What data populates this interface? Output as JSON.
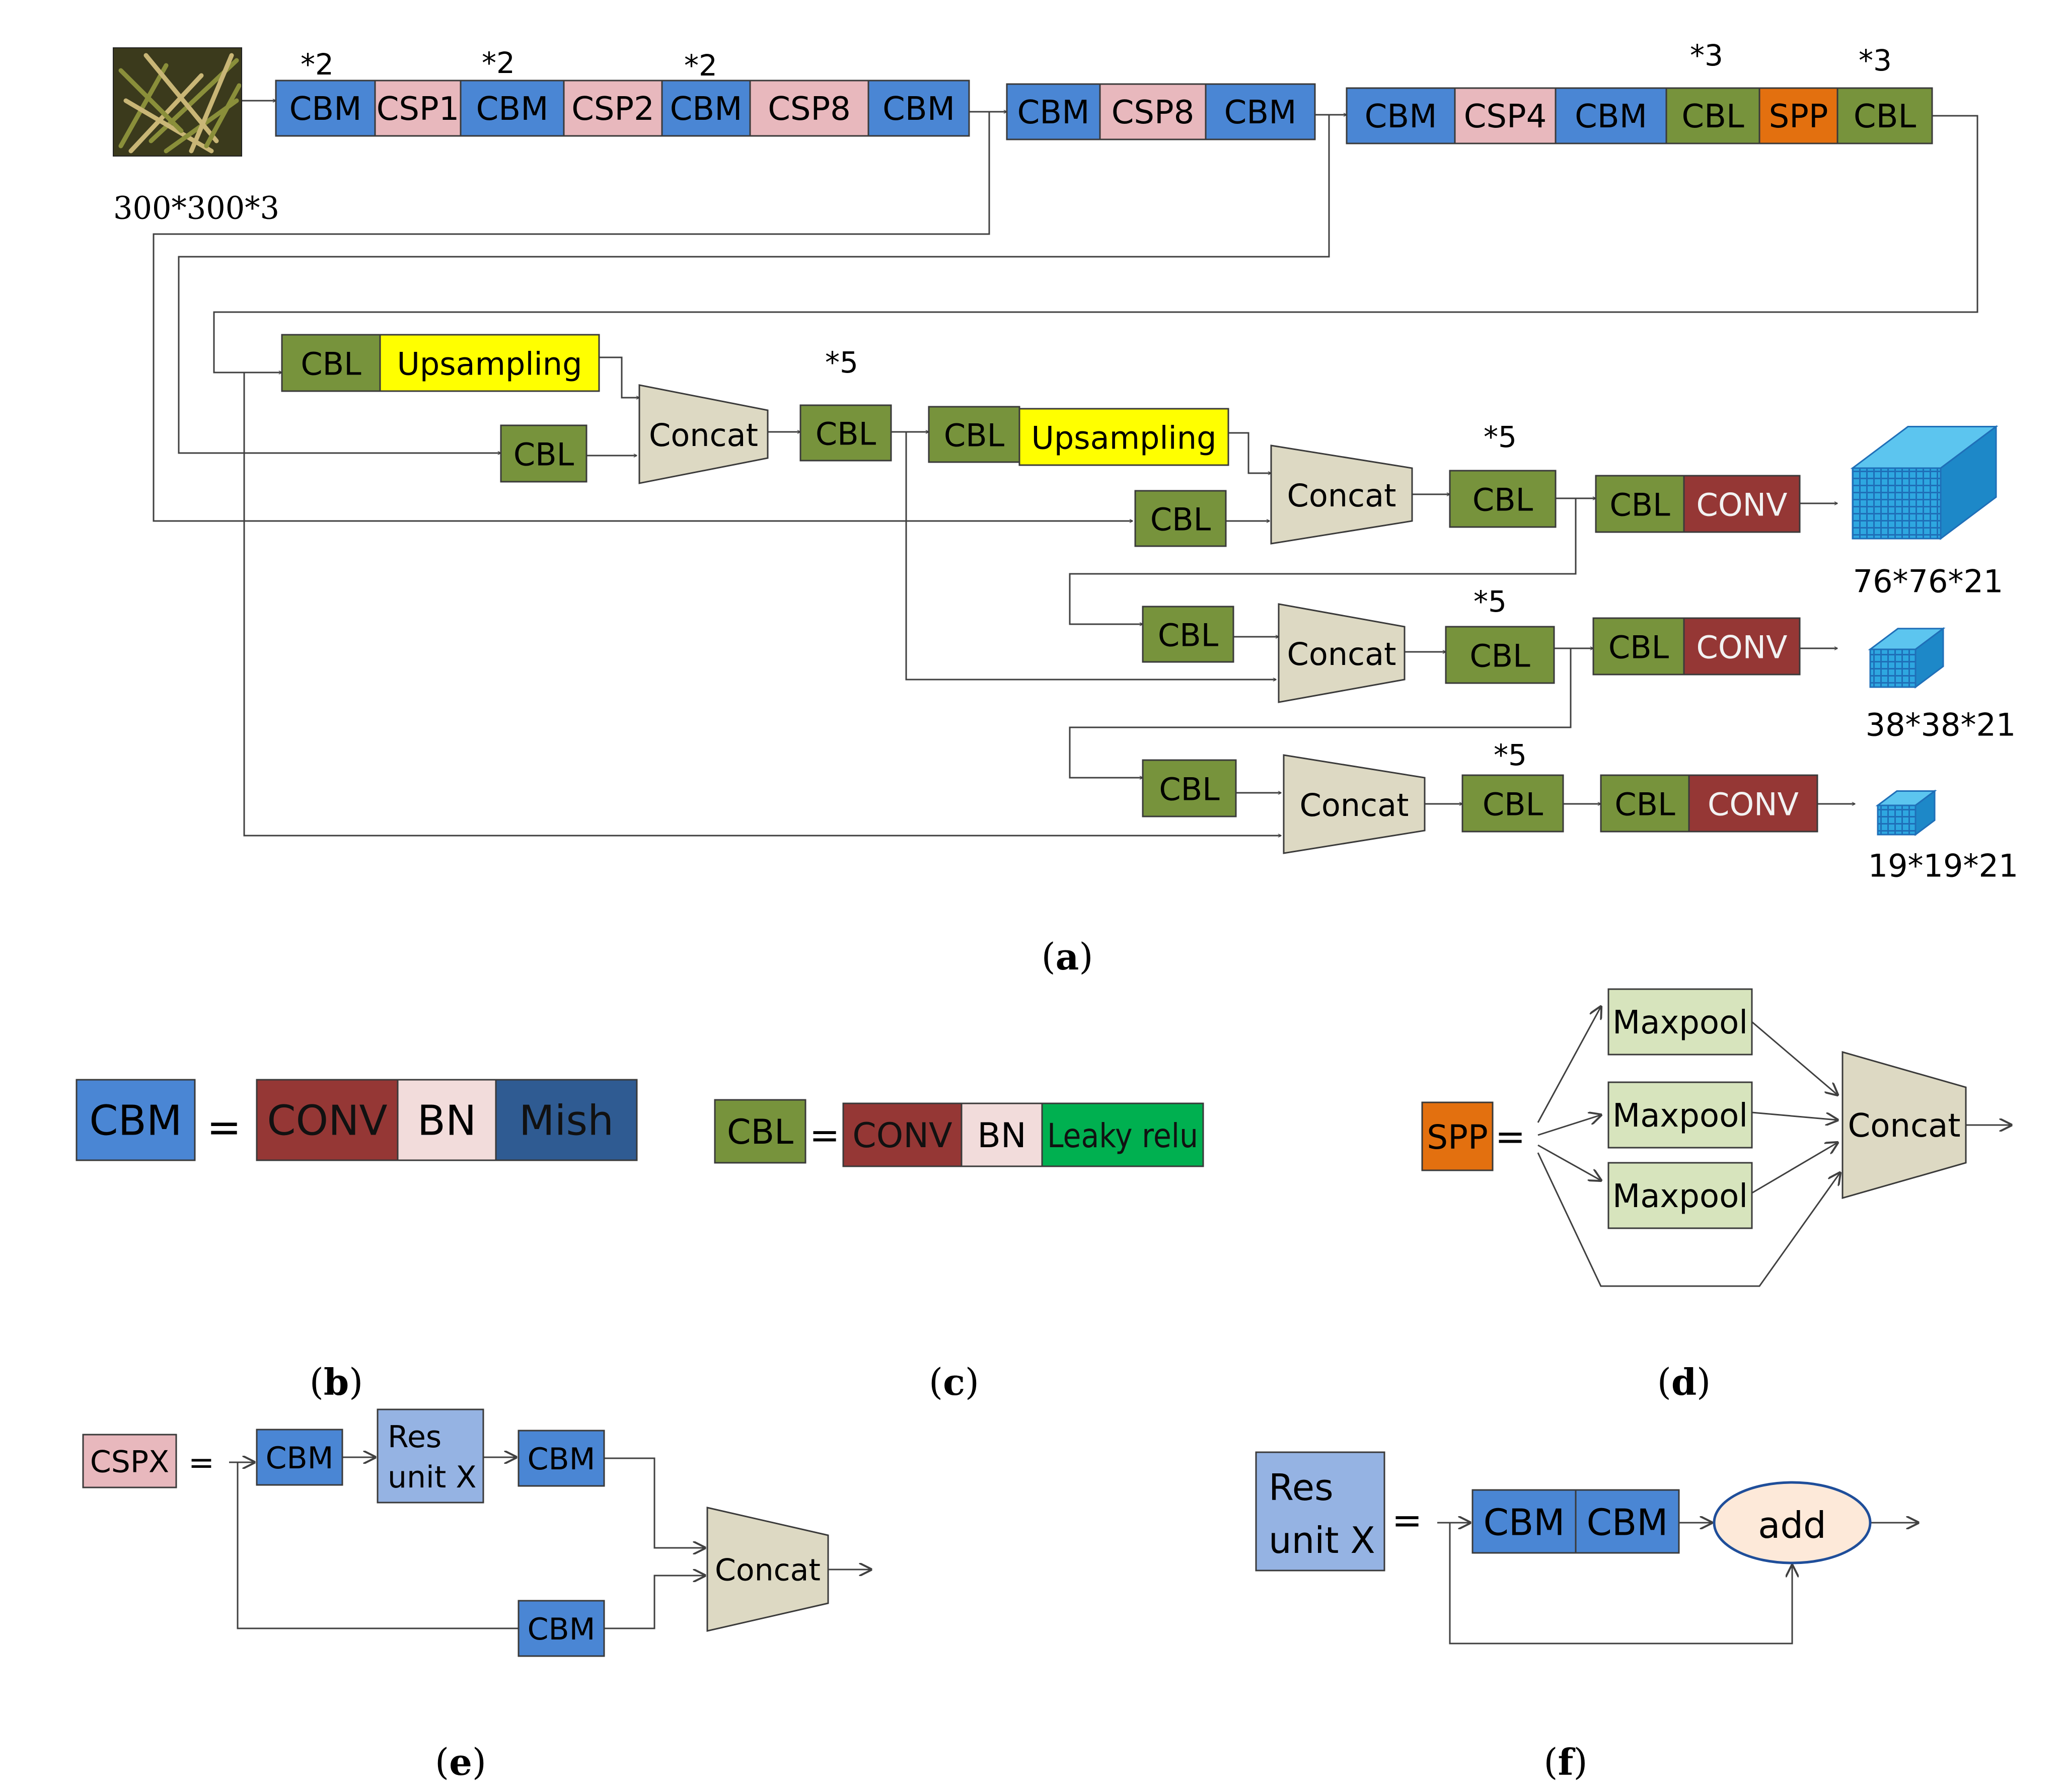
{
  "colors": {
    "cbm": "#4a86d4",
    "csp": "#e8b8bd",
    "cbl": "#77933c",
    "spp": "#e3700f",
    "upsampling": "#ffff00",
    "concat": "#ddd9c3",
    "conv": "#953735",
    "bn": "#f2dcdb",
    "mish": "#2f5b92",
    "leaky": "#00b050",
    "maxpool": "#d7e4bd",
    "res": "#95b3e3",
    "add": "#fde9d9",
    "cube": "#2ea7e0",
    "line": "#404040"
  },
  "panel_a": {
    "input_size": "300*300*3",
    "stage1": {
      "blocks": [
        "CBM",
        "CSP1",
        "CBM",
        "CSP2",
        "CBM",
        "CSP8",
        "CBM"
      ],
      "repeats": [
        "*2",
        "*2",
        "*2"
      ]
    },
    "stage2": {
      "blocks": [
        "CBM",
        "CSP8",
        "CBM"
      ]
    },
    "stage3": {
      "blocks": [
        "CBM",
        "CSP4",
        "CBM",
        "CBL",
        "SPP",
        "CBL"
      ],
      "repeats": [
        "*3",
        "*3"
      ]
    },
    "neck": {
      "upsampling": "Upsampling",
      "concat": "Concat",
      "cbl": "CBL",
      "repeat5": "*5"
    },
    "head": {
      "conv": "CONV",
      "outputs": [
        "76*76*21",
        "38*38*21",
        "19*19*21"
      ]
    },
    "caption_letter": "a"
  },
  "panel_b": {
    "lhs": "CBM",
    "eq": "=",
    "parts": [
      "CONV",
      "BN",
      "Mish"
    ],
    "caption_letter": "b"
  },
  "panel_c": {
    "lhs": "CBL",
    "eq": "=",
    "parts": [
      "CONV",
      "BN",
      "Leaky relu"
    ],
    "caption_letter": "c"
  },
  "panel_d": {
    "lhs": "SPP",
    "eq": "=",
    "maxpool": [
      "Maxpool",
      "Maxpool",
      "Maxpool"
    ],
    "concat": "Concat",
    "caption_letter": "d"
  },
  "panel_e": {
    "lhs": "CSPX",
    "eq": "=",
    "cbm": "CBM",
    "res_line1": "Res",
    "res_line2": "unit X",
    "concat": "Concat",
    "caption_letter": "e"
  },
  "panel_f": {
    "lhs_line1": "Res",
    "lhs_line2": "unit X",
    "eq": "=",
    "cbm": [
      "CBM",
      "CBM"
    ],
    "add": "add",
    "caption_letter": "f"
  }
}
